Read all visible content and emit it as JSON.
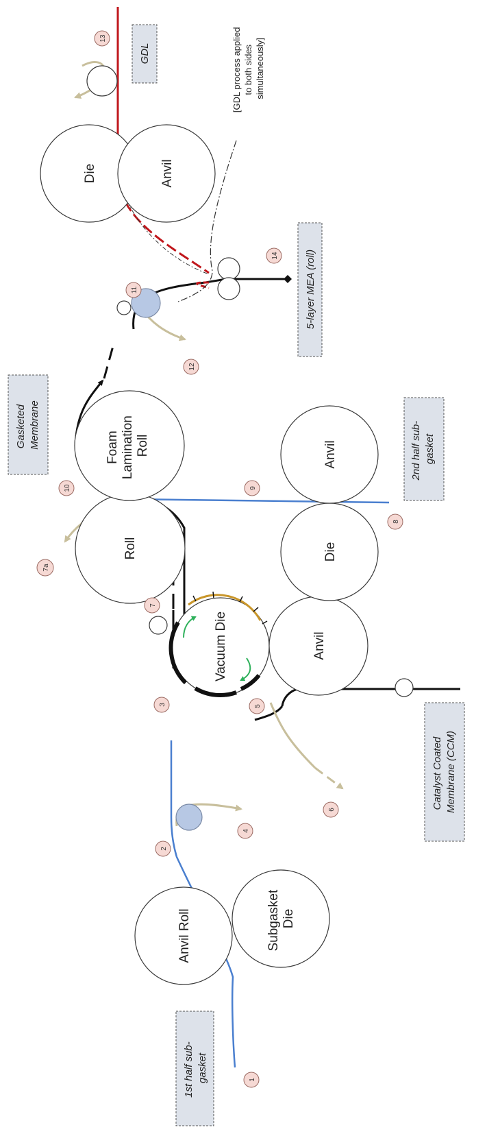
{
  "rolls": {
    "anvil_roll": "Anvil Roll",
    "subgasket_die": [
      "Subgasket",
      "Die"
    ],
    "vacuum_die": "Vacuum Die",
    "anvil_ccm": "Anvil",
    "roll": "Roll",
    "foam_lamination": [
      "Foam",
      "Lamination",
      "Roll"
    ],
    "die_2nd": "Die",
    "anvil_2nd": "Anvil",
    "die_gdl": "Die",
    "anvil_gdl": "Anvil"
  },
  "boxes": {
    "first_half_subgasket": [
      "1st half sub-",
      "gasket"
    ],
    "ccm": [
      "Catalyst Coated",
      "Membrane (CCM)"
    ],
    "second_half_subgasket": [
      "2nd half sub-",
      "gasket"
    ],
    "gasketed_membrane": [
      "Gasketed",
      "Membrane"
    ],
    "five_layer_mea": "5-layer MEA (roll)",
    "gdl": "GDL"
  },
  "note": [
    "[GDL process applied",
    "to both sides",
    "simultaneously]"
  ],
  "step_numbers": [
    "1",
    "2",
    "3",
    "4",
    "5",
    "6",
    "7",
    "7a",
    "8",
    "9",
    "10",
    "11",
    "12",
    "13",
    "14"
  ],
  "colors": {
    "subgasket_web": "#4a7fcf",
    "ccm_web": "#111111",
    "gdl_web": "#c0171c",
    "liner": "#c8bf9c",
    "vacuum_band": "#c9962a",
    "rotation_arrow": "#2db05a"
  }
}
